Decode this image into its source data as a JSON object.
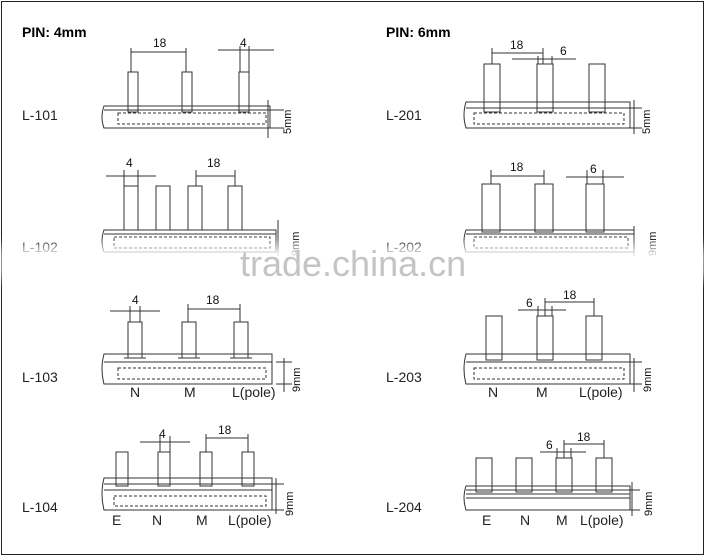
{
  "headers": {
    "left": "PIN: 4mm",
    "right": "PIN: 6mm"
  },
  "models": {
    "l101": "L-101",
    "l102": "L-102",
    "l103": "L-103",
    "l104": "L-104",
    "l201": "L-201",
    "l202": "L-202",
    "l203": "L-203",
    "l204": "L-204"
  },
  "dims": {
    "pitch": "18",
    "pin4": "4",
    "pin6": "6",
    "h5": "5mm",
    "h9": "9mm"
  },
  "poles": {
    "e": "E",
    "n": "N",
    "m": "M",
    "l": "L(pole)"
  },
  "watermark": "trade.china.cn",
  "colors": {
    "ink": "#333333",
    "watermark": "#c4c4c4"
  }
}
